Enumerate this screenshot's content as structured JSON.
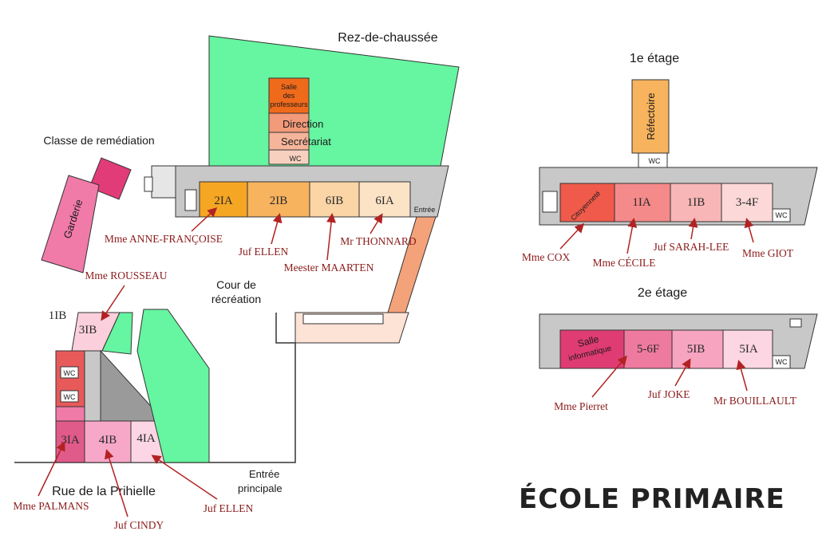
{
  "floors": {
    "ground": "Rez-de-chaussée",
    "first": "1e étage",
    "second": "2e étage"
  },
  "title": "ÉCOLE PRIMAIRE",
  "places": {
    "remediation": "Classe de remédiation",
    "garderie": "Garderie",
    "salle_prof": [
      "Salle",
      "des",
      "professeurs"
    ],
    "direction": "Direction",
    "secretariat": "Secrétariat",
    "wc": "WC",
    "entree": "Entrée",
    "cour": [
      "Cour de",
      "récréation"
    ],
    "rue": "Rue de la Prihielle",
    "entree_principale": [
      "Entrée",
      "principale"
    ],
    "refectoire": "Réfectoire",
    "citoyennete": "Citoyenneté",
    "salle_info": [
      "Salle",
      "informatique"
    ]
  },
  "rooms": {
    "g2IA": "2IA",
    "g2IB": "2IB",
    "g6IB": "6IB",
    "g6IA": "6IA",
    "g1IB": "1IB",
    "g3IB": "3IB",
    "g3IA": "3IA",
    "g4IB": "4IB",
    "g4IA": "4IA",
    "f1IA": "1IA",
    "f1IB": "1IB",
    "f34F": "3-4F",
    "s56F": "5-6F",
    "s5IB": "5IB",
    "s5IA": "5IA"
  },
  "teachers": {
    "anne": "Mme ANNE-FRANÇOISE",
    "ellen1": "Juf ELLEN",
    "maarten": "Meester MAARTEN",
    "thonnard": "Mr THONNARD",
    "rousseau": "Mme ROUSSEAU",
    "palmans": "Mme PALMANS",
    "cindy": "Juf CINDY",
    "ellen2": "Juf ELLEN",
    "cox": "Mme COX",
    "cecile": "Mme CÉCILE",
    "sarah": "Juf SARAH-LEE",
    "giot": "Mme GIOT",
    "pierret": "Mme Pierret",
    "joke": "Juf JOKE",
    "bouillault": "Mr BOUILLAULT"
  },
  "colors": {
    "green": "#66f5a0",
    "orange_dark": "#f5a623",
    "orange_mid": "#f7b35e",
    "peach": "#fbd5a6",
    "peach_light": "#fde3c6",
    "corridor": "#c8c8c8",
    "arrow": "#b22222"
  }
}
